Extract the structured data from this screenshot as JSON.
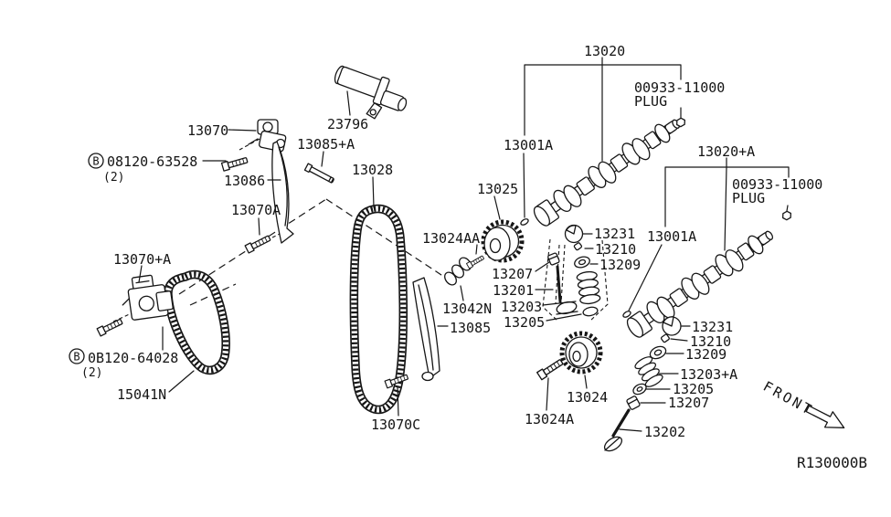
{
  "drawing": {
    "code": "R130000B",
    "front_arrow_label": "FRONT"
  },
  "fastener_prefix": {
    "circle_letter": "B"
  },
  "parts": {
    "balancer": {
      "tensioner_bracket": "13070",
      "bracket_bolt": "08120-63528",
      "bracket_bolt_qty": "(2)",
      "guide": "13086",
      "guide_bolt": "13070A",
      "chain_tensioner": "13070+A",
      "tensioner_bolt": "0B120-64028",
      "tensioner_bolt_qty": "(2)",
      "chain": "15041N"
    },
    "timing": {
      "crank_sensor": "23796",
      "guide_pin": "13085+A",
      "chain": "13028",
      "slack_guide": "13085",
      "joint_links": "13042N",
      "guide_bolt": "13070C"
    },
    "intake_cam": {
      "camshaft": "13020",
      "plug_number": "00933-11000",
      "plug_label": "PLUG",
      "dowel_pin": "13001A",
      "sprocket": "13025",
      "sprocket_washer": "13024AA"
    },
    "exhaust_cam": {
      "camshaft": "13020+A",
      "plug_number": "00933-11000",
      "plug_label": "PLUG",
      "dowel_pin": "13001A",
      "sprocket": "13024",
      "sprocket_bolt": "13024A"
    },
    "intake_valve": {
      "lifter": "13231",
      "shim": "13210",
      "spring_retainer": "13209",
      "valve_seal": "13207",
      "valve": "13201",
      "valve_spring": "13203",
      "spring_seat": "13205"
    },
    "exhaust_valve": {
      "lifter": "13231",
      "shim": "13210",
      "spring_retainer": "13209",
      "valve_spring": "13203+A",
      "spring_seat": "13205",
      "valve_seal": "13207",
      "valve": "13202"
    }
  }
}
